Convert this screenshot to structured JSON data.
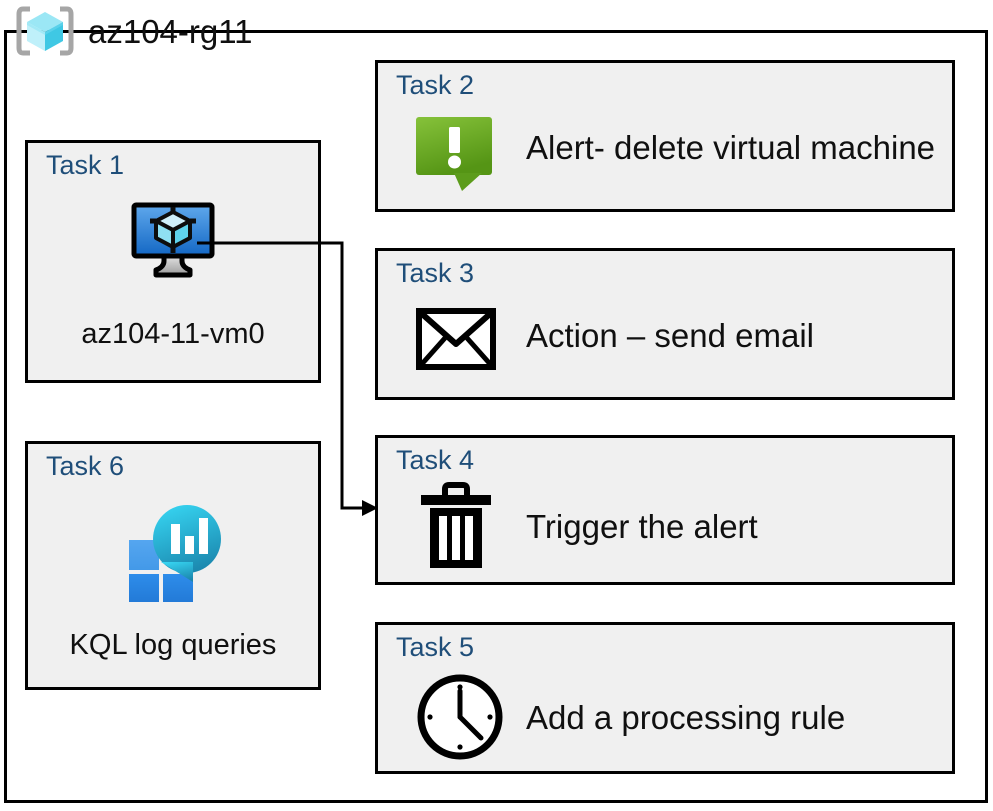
{
  "diagram": {
    "resource_group": {
      "name": "az104-rg11",
      "icon": "azure-resource-group-icon"
    },
    "colors": {
      "task_label": "#1F4E79",
      "card_background": "#F0F0F0",
      "card_border": "#000000",
      "alert_green_light": "#7EBF33",
      "alert_green_dark": "#5B9B19",
      "vm_blue_light": "#5BA0E8",
      "vm_blue_dark": "#1565C0",
      "log_analytics_cyan": "#32D0EE",
      "log_analytics_teal": "#1B8FB5",
      "log_analytics_blue": "#2E8DEA"
    },
    "cards": [
      {
        "id": "task1",
        "label": "Task 1",
        "text": "az104-11-vm0",
        "icon": "virtual-machine-icon",
        "layout": "vertical"
      },
      {
        "id": "task2",
        "label": "Task 2",
        "text": "Alert- delete virtual machine",
        "icon": "alert-callout-icon",
        "layout": "horizontal"
      },
      {
        "id": "task3",
        "label": "Task 3",
        "text": "Action – send email",
        "icon": "envelope-icon",
        "layout": "horizontal"
      },
      {
        "id": "task4",
        "label": "Task 4",
        "text": "Trigger the alert",
        "icon": "trash-icon",
        "layout": "horizontal"
      },
      {
        "id": "task5",
        "label": "Task 5",
        "text": "Add a processing rule",
        "icon": "clock-icon",
        "layout": "horizontal"
      },
      {
        "id": "task6",
        "label": "Task 6",
        "text": "KQL log queries",
        "icon": "log-analytics-icon",
        "layout": "vertical"
      }
    ],
    "connectors": [
      {
        "id": "vm-to-trigger",
        "from": "task1",
        "to": "task4",
        "arrow": "arrowhead-icon"
      }
    ]
  }
}
